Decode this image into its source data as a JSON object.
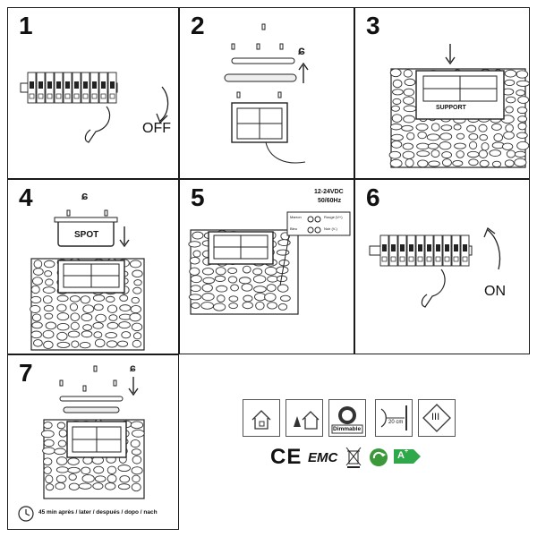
{
  "steps": [
    {
      "number": "1",
      "label": "OFF"
    },
    {
      "number": "2"
    },
    {
      "number": "3",
      "label": "SUPPORT"
    },
    {
      "number": "4",
      "label": "SPOT"
    },
    {
      "number": "5",
      "spec_line1": "12-24VDC",
      "spec_line2": "50/60Hz",
      "wires": {
        "left_top": "Marron",
        "left_bottom": "Bleu",
        "right_top": "Rouge (V+)",
        "right_bottom": "Noir (V-)"
      }
    },
    {
      "number": "6",
      "label": "ON"
    },
    {
      "number": "7",
      "note": "45 min après / later / después / dopo / nach"
    }
  ],
  "certifications": {
    "badges": [
      "house-icon",
      "outdoor-house-icon",
      "dimmable-icon",
      "distance-icon",
      "class-three-icon"
    ],
    "dimmable_label": "Dimmable",
    "distance_label": "20 cm",
    "class_label": "III",
    "marks": {
      "ce": "CE",
      "emc": "EMC",
      "energy": "A"
    }
  }
}
